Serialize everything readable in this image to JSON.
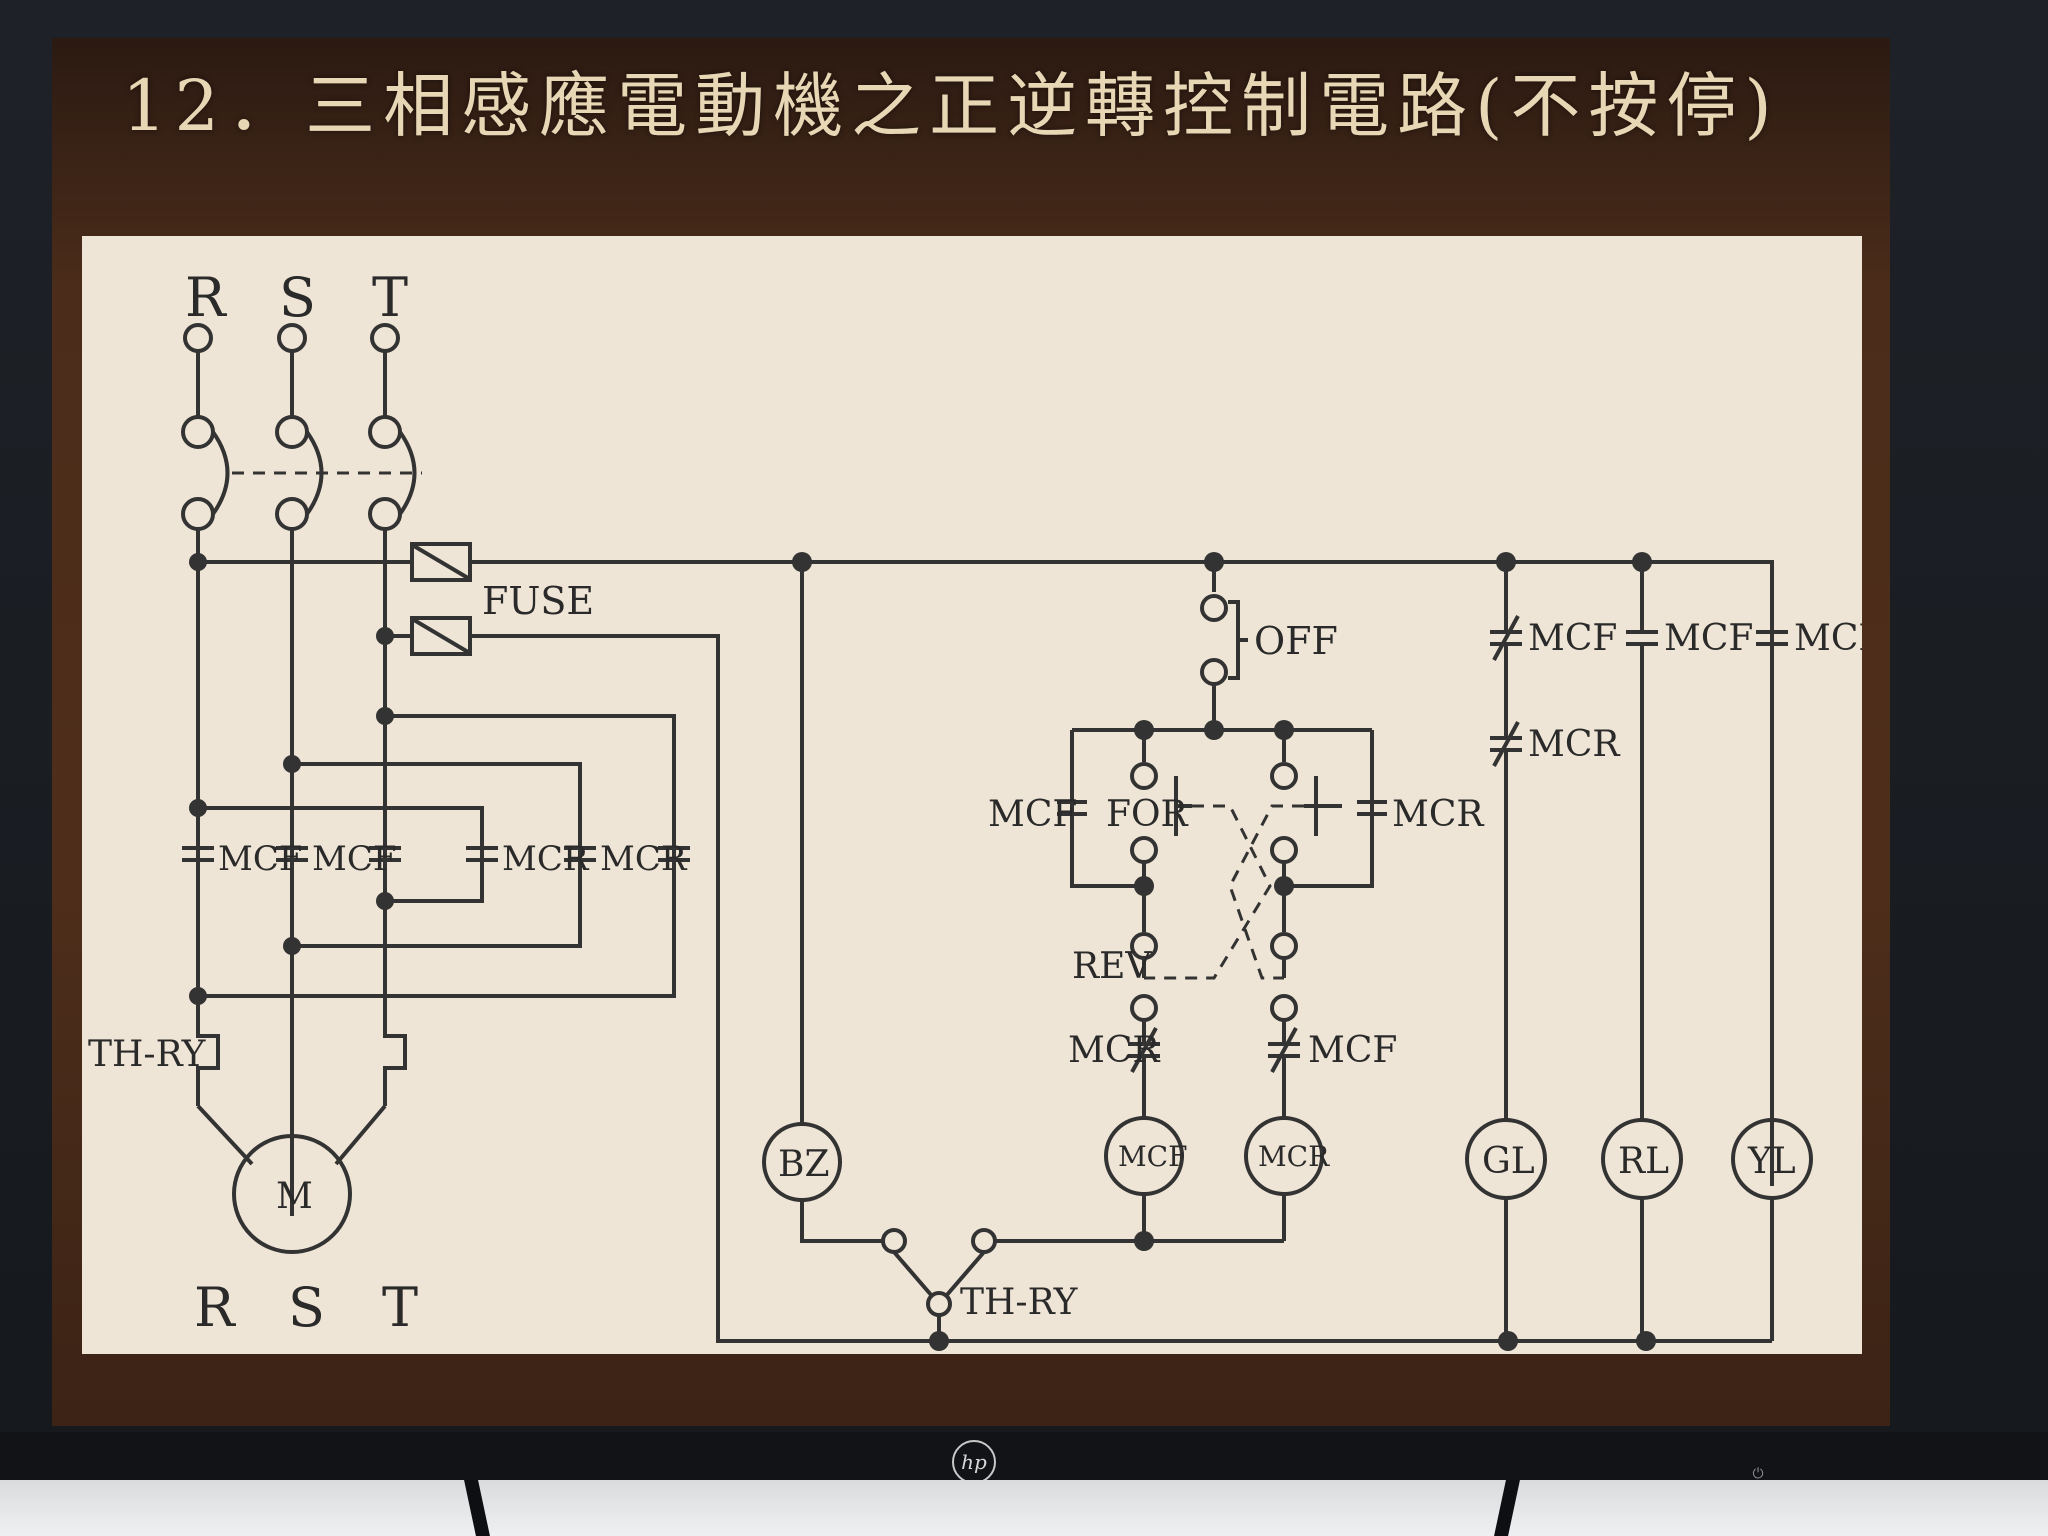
{
  "slide": {
    "title": "12．三相感應電動機之正逆轉控制電路(不按停)"
  },
  "monitor": {
    "brand_logo": "hp",
    "power_icon": "power-icon",
    "led_color": "#3a7bff"
  },
  "diagram": {
    "phases_top": [
      "R",
      "S",
      "T"
    ],
    "phases_bottom": [
      "R",
      "S",
      "T"
    ],
    "fuse_label": "FUSE",
    "overload_label": "TH-RY",
    "motor_label": "M",
    "main_contacts": [
      "MCF",
      "MCF",
      "MCR",
      "MCR"
    ],
    "off_label": "OFF",
    "for_label": "FOR",
    "rev_label": "REV",
    "hold_mcf": "MCF",
    "hold_mcr": "MCR",
    "interlock_mcr": "MCR",
    "interlock_mcf": "MCF",
    "coils": {
      "bz": "BZ",
      "mcf": "MCF",
      "mcr": "MCR",
      "gl": "GL",
      "rl": "RL",
      "yl": "YL"
    },
    "thry_label": "TH-RY",
    "gl_contacts": [
      "MCF",
      "MCR"
    ],
    "rl_contact": "MCF",
    "yl_contact": "MCR"
  }
}
